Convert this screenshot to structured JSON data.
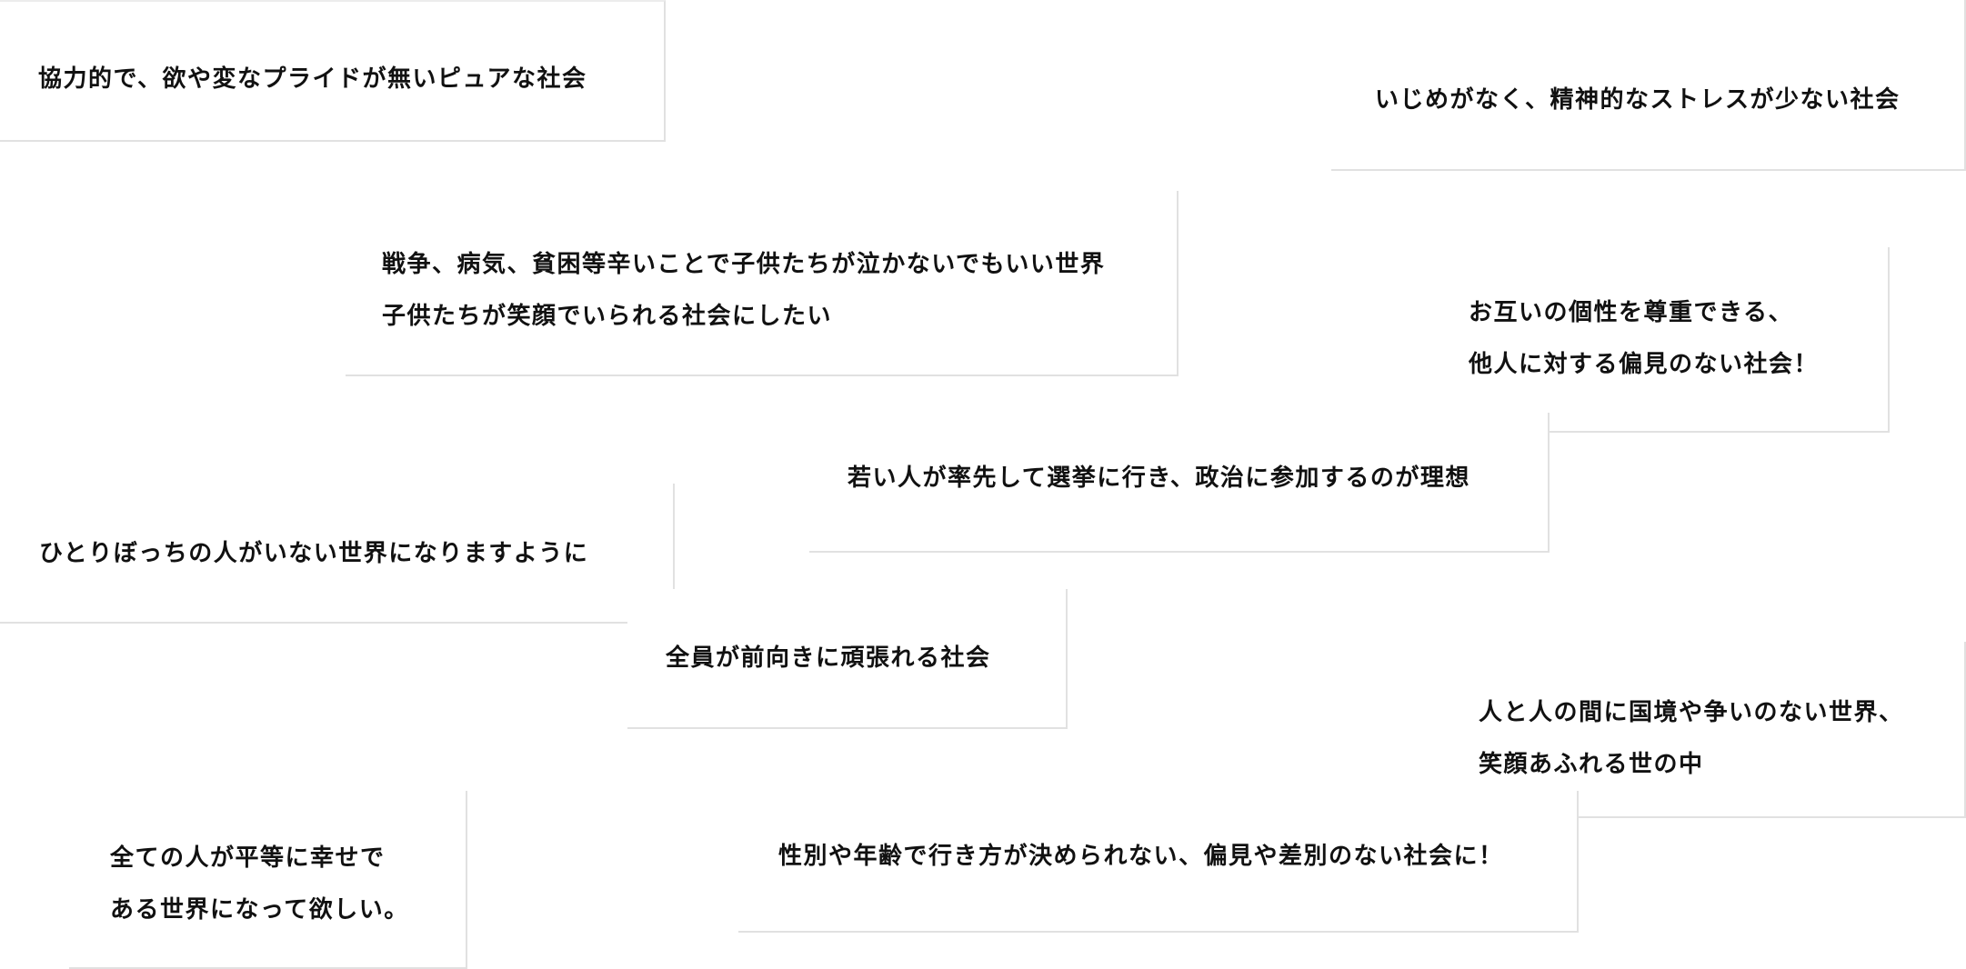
{
  "messages": [
    {
      "lines": [
        "協力的で、欲や変なプライドが無いピュアな社会"
      ]
    },
    {
      "lines": [
        "いじめがなく、精神的なストレスが少ない社会"
      ]
    },
    {
      "lines": [
        "戦争、病気、貧困等辛いことで子供たちが泣かないでもいい世界",
        "子供たちが笑顔でいられる社会にしたい"
      ]
    },
    {
      "lines": [
        "お互いの個性を尊重できる、",
        "他人に対する偏見のない社会！"
      ]
    },
    {
      "lines": [
        "若い人が率先して選挙に行き、政治に参加するのが理想"
      ]
    },
    {
      "lines": [
        "ひとりぼっちの人がいない世界になりますように"
      ]
    },
    {
      "lines": [
        "全員が前向きに頑張れる社会"
      ]
    },
    {
      "lines": [
        "人と人の間に国境や争いのない世界、",
        "笑顔あふれる世の中"
      ]
    },
    {
      "lines": [
        "全ての人が平等に幸せで",
        "ある世界になって欲しい。"
      ]
    },
    {
      "lines": [
        "性別や年齢で行き方が決められない、偏見や差別のない社会に！"
      ]
    }
  ],
  "colors": {
    "background": "#ffffff",
    "text": "#111111",
    "card_border": "#e1e1e1"
  }
}
